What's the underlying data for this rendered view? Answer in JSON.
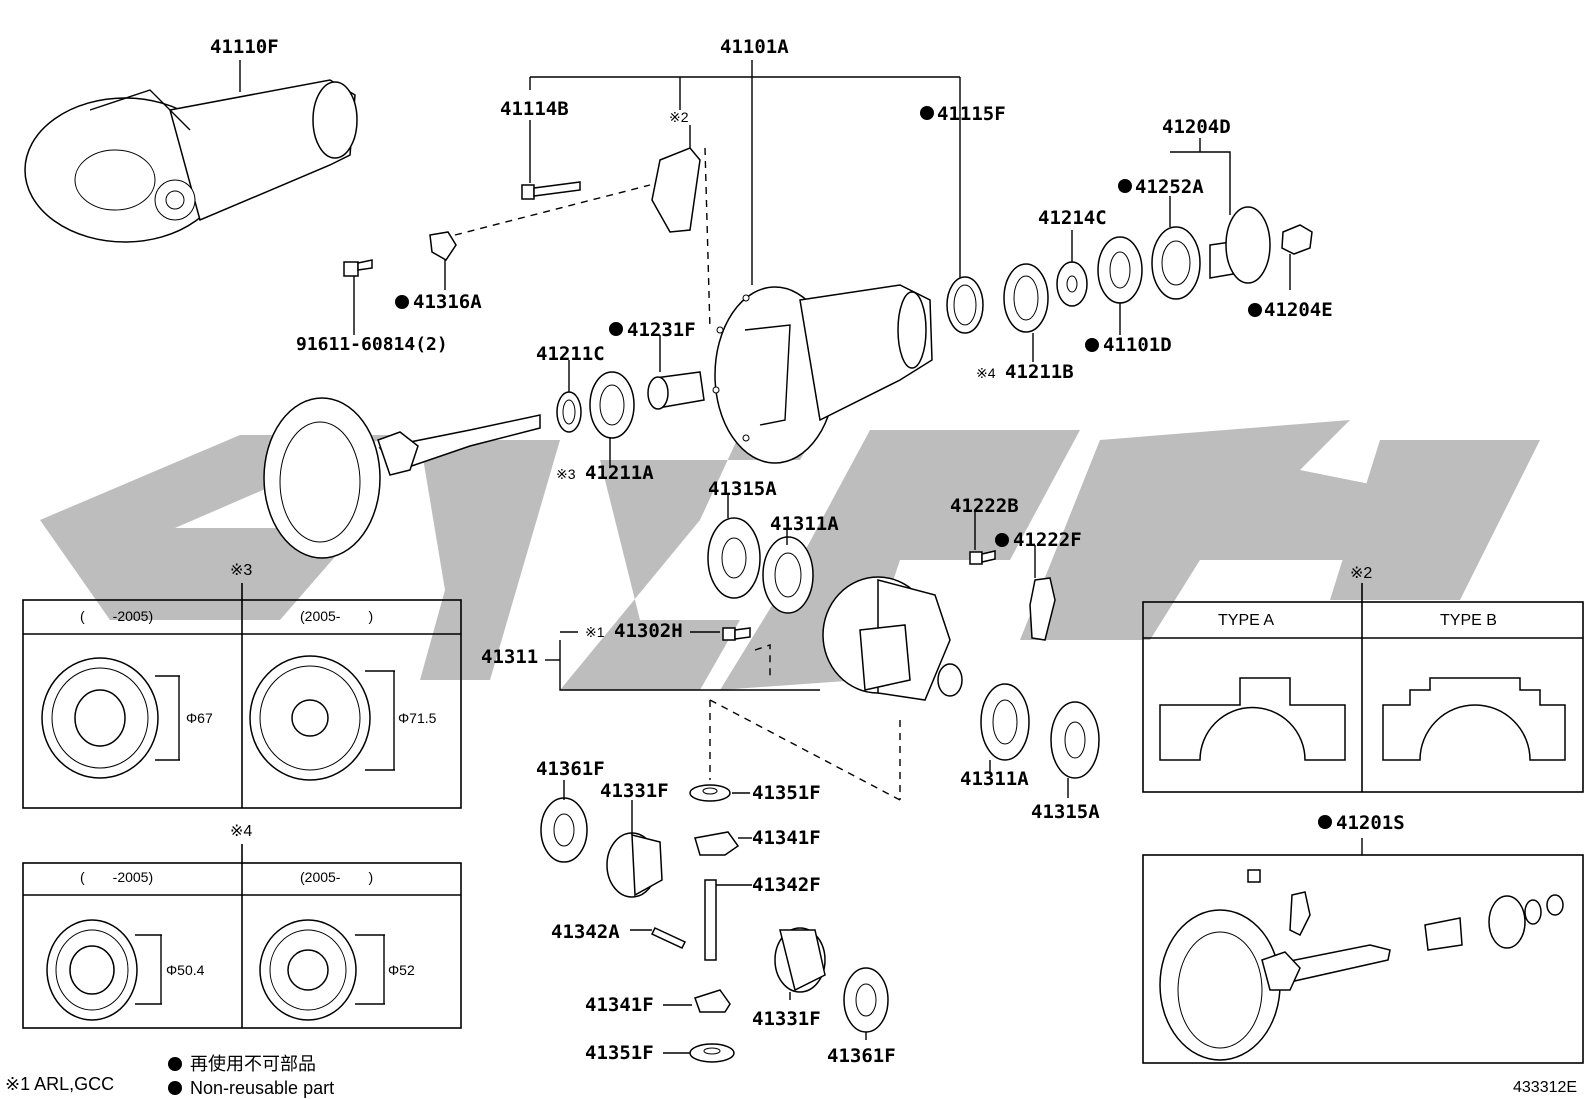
{
  "parts": {
    "p41110F": "41110F",
    "p41101A": "41101A",
    "p41114B": "41114B",
    "ref2_top": "※2",
    "p41115F": "41115F",
    "p41204D": "41204D",
    "p41252A": "41252A",
    "p41214C": "41214C",
    "p41204E": "41204E",
    "p41316A": "41316A",
    "p91611": "91611-60814(2)",
    "p41231F": "41231F",
    "p41211C": "41211C",
    "p41101D": "41101D",
    "p41211B": "41211B",
    "ref4_41211B": "※4",
    "p41211A": "41211A",
    "ref3_41211A": "※3",
    "p41315A_top": "41315A",
    "p41311A_top": "41311A",
    "p41222B": "41222B",
    "p41222F": "41222F",
    "p41302H": "41302H",
    "ref1_41302H": "※1",
    "p41311": "41311",
    "p41311A_bot": "41311A",
    "p41315A_bot": "41315A",
    "p41361F_top": "41361F",
    "p41331F_top": "41331F",
    "p41351F_top": "41351F",
    "p41341F_top": "41341F",
    "p41342F": "41342F",
    "p41342A": "41342A",
    "p41341F_bot": "41341F",
    "p41331F_bot": "41331F",
    "p41351F_bot": "41351F",
    "p41361F_bot": "41361F",
    "p41201S": "41201S"
  },
  "table3": {
    "ref": "※3",
    "col1": "(　　-2005)",
    "col2": "(2005-　　)",
    "dim1": "Φ67",
    "dim2": "Φ71.5"
  },
  "table4": {
    "ref": "※4",
    "col1": "(　　-2005)",
    "col2": "(2005-　　)",
    "dim1": "Φ50.4",
    "dim2": "Φ52"
  },
  "table2": {
    "ref": "※2",
    "col1": "TYPE A",
    "col2": "TYPE B"
  },
  "legend": {
    "note1": "※1 ARL,GCC",
    "jp": "再使用不可部品",
    "en": "Non-reusable part"
  },
  "diagram_id": "433312E",
  "colors": {
    "watermark": "#bdbdbd",
    "line": "#000000"
  }
}
